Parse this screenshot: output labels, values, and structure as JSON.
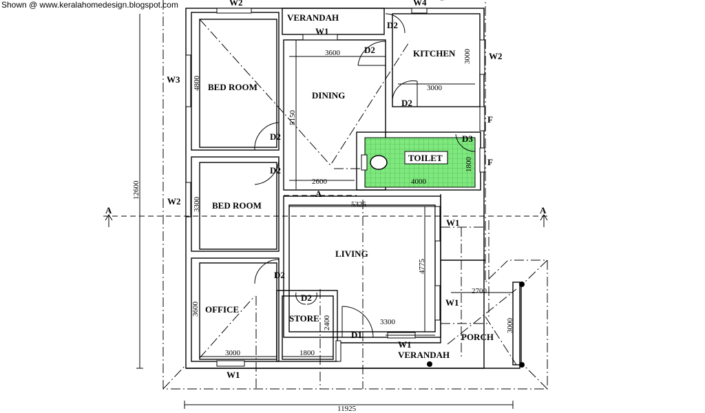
{
  "credit": "Shown @  www.keralahomedesign.blogspot.com",
  "rooms": {
    "verandah_top": "VERANDAH",
    "kitchen": "KITCHEN",
    "bedroom1": "BED ROOM",
    "dining": "DINING",
    "toilet": "TOILET",
    "bedroom2": "BED ROOM",
    "living": "LIVING",
    "office": "OFFICE",
    "store": "STORE",
    "porch": "PORCH",
    "verandah_bottom": "VERANDAH"
  },
  "openings": {
    "w2_top": "W2",
    "w4": "W4",
    "w1_verandah": "W1",
    "w2_kitchen": "W2",
    "w3": "W3",
    "w2_bed2": "W2",
    "f1": "F",
    "f2": "F",
    "w1_living1": "W1",
    "w1_living2": "W1",
    "w1_bottom": "W1",
    "w1_office": "W1",
    "d2_verandah": "D2",
    "d2_dining": "D2",
    "d2_kitchen": "D2",
    "d3": "D3",
    "d2_bed1": "D2",
    "d2_bed2": "D2",
    "d2_office": "D2",
    "d2_store": "D2",
    "d1": "D1"
  },
  "dimensions": {
    "bed1_h": "4800",
    "dining_w": "3600",
    "kitchen_h": "3000",
    "kitchen_w": "3000",
    "dining_h": "5150",
    "toilet_h": "1800",
    "dining_bottom": "2600",
    "toilet_w": "4000",
    "total_h": "12600",
    "bed2_h": "3300",
    "living_w": "5325",
    "living_h": "4775",
    "porch_w": "2700",
    "porch_h": "3000",
    "office_h": "3600",
    "store_h": "2400",
    "living_bottom": "3300",
    "office_w": "3000",
    "store_w": "1800",
    "total_w": "11925"
  },
  "section": {
    "left": "A",
    "right": "A",
    "mid": "A"
  },
  "colors": {
    "toilet_tile": "#7fe87f"
  }
}
